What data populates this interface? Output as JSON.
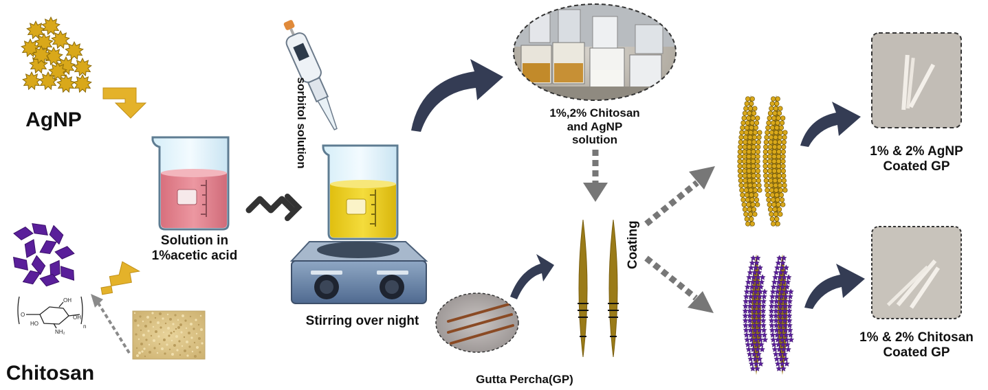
{
  "labels": {
    "agnp": "AgNP",
    "chitosan": "Chitosan",
    "solution": "Solution in\n1%acetic acid",
    "sorbitol": "sorbitol solution",
    "stirring": "Stirring over night",
    "chitosan_agnp_solution": "1%,2% Chitosan\nand AgNP solution",
    "coating": "Coating",
    "gutta_percha": "Gutta Percha(GP)",
    "agnp_coated": "1% & 2% AgNP\nCoated GP",
    "chitosan_coated": "1% & 2% Chitosan\nCoated GP"
  },
  "structure": {
    "oh_top": "OH",
    "oh_right": "OH",
    "ho": "HO",
    "nh2": "NH₂",
    "n": "n",
    "o_left": "O"
  },
  "colors": {
    "agnp_gold": "#d9a81a",
    "chitosan_purple": "#5a1f9a",
    "arrow_yellow": "#e4b22a",
    "arrow_navy": "#343c54",
    "gp_brown": "#9a7b18",
    "pink_solution": "#e0828e",
    "yellow_solution": "#e8cb1c"
  }
}
